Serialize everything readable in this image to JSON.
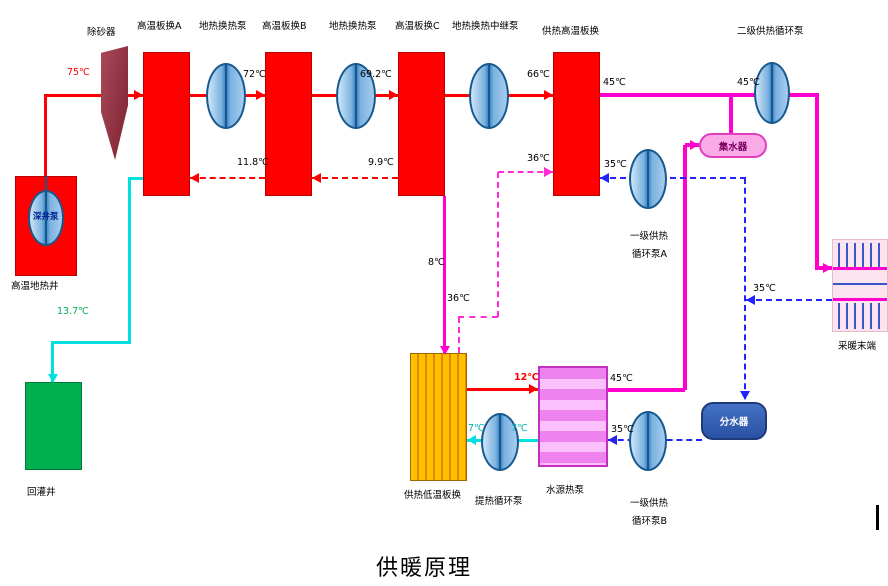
{
  "title": "供暖原理",
  "labels": {
    "sand_remover": "除砂器",
    "exchanger_a": "高温板换A",
    "geothermal_pump_1": "地热换热泵",
    "exchanger_b": "高温板换B",
    "geothermal_pump_2": "地热换热泵",
    "exchanger_c": "高温板换C",
    "relay_pump": "地热换热中继泵",
    "hs_exchanger": "供热高温板换",
    "secondary_pump": "二级供热循环泵",
    "collector": "集水器",
    "primary_pump_a_1": "一级供热",
    "primary_pump_a_2": "循环泵A",
    "deep_well_pump": "深井泵",
    "well": "高温地热井",
    "reinjection_well": "回灌井",
    "lt_exchanger": "供热低温板换",
    "lift_pump": "提热循环泵",
    "wshp": "水源热泵",
    "primary_pump_b_1": "一级供热",
    "primary_pump_b_2": "循环泵B",
    "distributor": "分水器",
    "terminal": "采暖末端"
  },
  "temperatures": {
    "well_out": "75℃",
    "after_exchanger_a": "72℃",
    "after_exchanger_b": "69.2℃",
    "after_exchanger_c": "66℃",
    "return_to_a": "11.8℃",
    "return_to_b": "9.9℃",
    "hs_supply": "45℃",
    "secondary_pump_inlet": "45℃",
    "hs_return": "35℃",
    "hs_cold_inlet": "36℃",
    "lt_outlet": "36℃",
    "lt_inlet": "8℃",
    "reinjection": "13.7℃",
    "wshp_hot_inlet": "12℃",
    "lt_return_left": "7℃",
    "lt_return_right": "7℃",
    "wshp_supply": "45℃",
    "wshp_return": "35℃",
    "terminal_return": "35℃"
  },
  "colors": {
    "geothermal_supply": "#ff0000",
    "heating_supply": "#ff00ce",
    "heating_return": "#2222ff",
    "reinjection_line": "#00e0e0",
    "exchanger_fill": "#fe0000",
    "reinjection_well_fill": "#00b050",
    "lt_exchanger_fill": "#ffc000",
    "wshp_fill": "#ee82ee",
    "collector_fill": "#fbaae8",
    "distributor_fill": "#3f6cc4"
  }
}
